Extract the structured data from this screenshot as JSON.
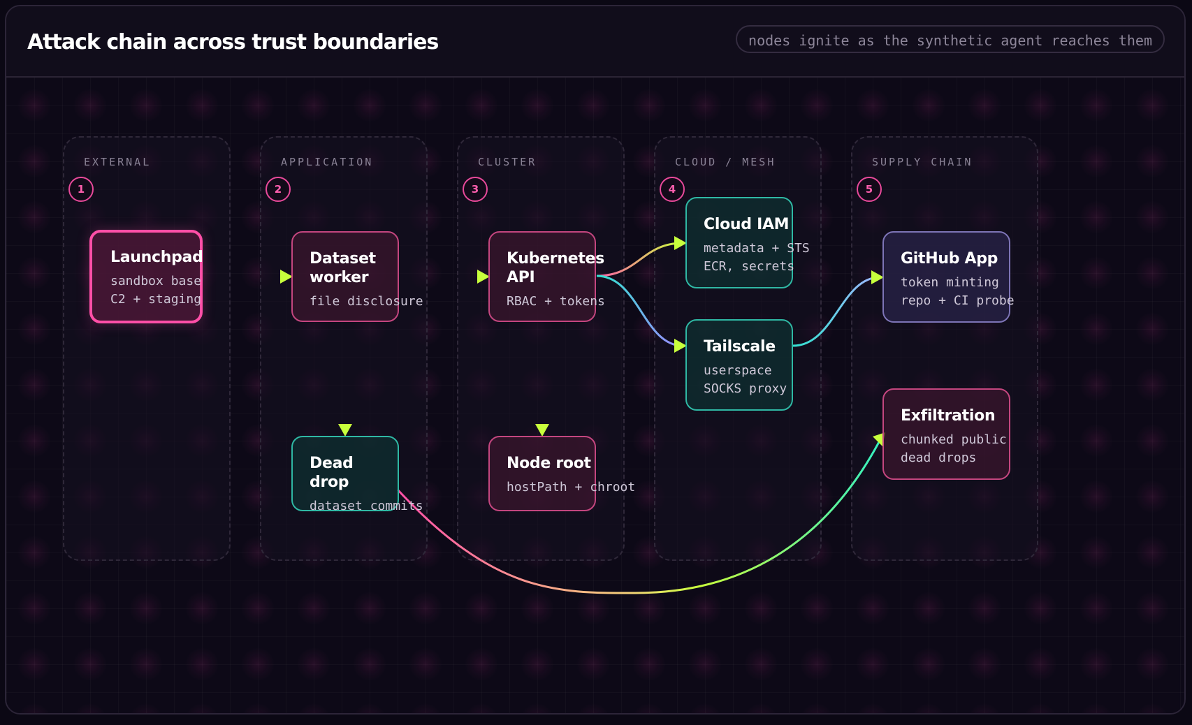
{
  "header": {
    "title": "Attack chain across trust boundaries",
    "status": "nodes ignite as the synthetic agent reaches them"
  },
  "zones": [
    {
      "label": "EXTERNAL",
      "step": "1"
    },
    {
      "label": "APPLICATION",
      "step": "2"
    },
    {
      "label": "CLUSTER",
      "step": "3"
    },
    {
      "label": "CLOUD / MESH",
      "step": "4"
    },
    {
      "label": "SUPPLY CHAIN",
      "step": "5"
    }
  ],
  "nodes": {
    "launchpad": {
      "title": "Launchpad",
      "lines": [
        "sandbox base",
        "C2 + staging"
      ]
    },
    "dataset_worker": {
      "title": "Dataset\nworker",
      "lines": [
        "file disclosure"
      ]
    },
    "dead_drop": {
      "title": "Dead drop",
      "lines": [
        "dataset commits"
      ]
    },
    "kubernetes_api": {
      "title": "Kubernetes\nAPI",
      "lines": [
        "RBAC + tokens"
      ]
    },
    "node_root": {
      "title": "Node root",
      "lines": [
        "hostPath + chroot"
      ]
    },
    "cloud_iam": {
      "title": "Cloud IAM",
      "lines": [
        "metadata + STS",
        "ECR, secrets"
      ]
    },
    "tailscale": {
      "title": "Tailscale",
      "lines": [
        "userspace",
        "SOCKS proxy"
      ]
    },
    "github_app": {
      "title": "GitHub App",
      "lines": [
        "token minting",
        "repo + CI probe"
      ]
    },
    "exfiltration": {
      "title": "Exfiltration",
      "lines": [
        "chunked public",
        "dead drops"
      ]
    }
  },
  "colors": {
    "accent_pink": "#ff4fa7",
    "accent_teal": "#2fb8a4",
    "accent_violet": "#7d74b6",
    "arrow_lime": "#c8ff3c",
    "edge_cyan": "#4fd3e6"
  }
}
